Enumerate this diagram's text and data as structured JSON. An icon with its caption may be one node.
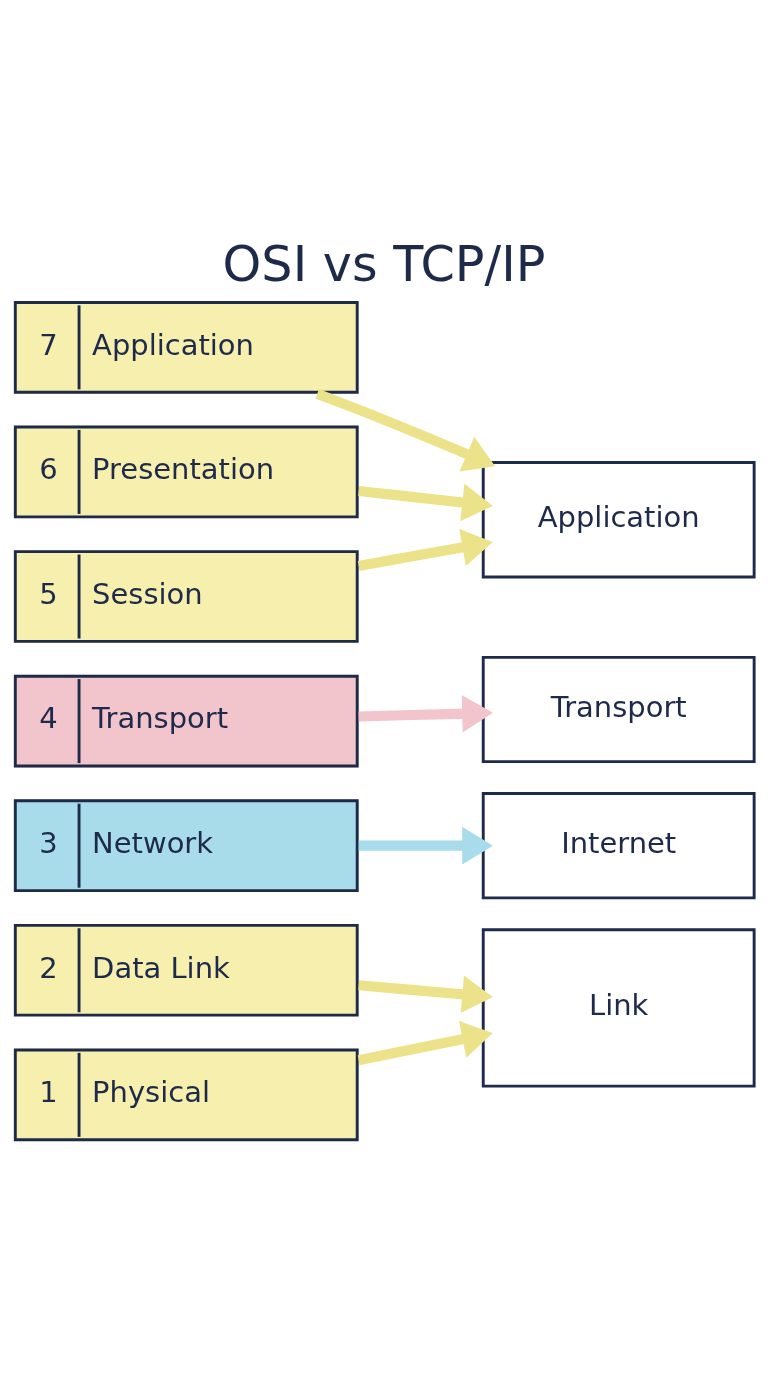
{
  "diagram": {
    "title": "OSI vs TCP/IP",
    "nodes": [
      {
        "text": [
          "7",
          "Application"
        ]
      },
      {
        "text": [
          "6",
          "Presentation"
        ]
      },
      {
        "text": [
          "5",
          "Session"
        ]
      },
      {
        "text": [
          "4",
          "Transport"
        ]
      },
      {
        "text": [
          "3",
          "Network"
        ]
      },
      {
        "text": [
          "2",
          "Data Link"
        ]
      },
      {
        "text": [
          "1",
          "Physical"
        ]
      },
      {
        "text": [
          "Application"
        ]
      },
      {
        "text": [
          "Transport"
        ]
      },
      {
        "text": [
          "Internet"
        ]
      },
      {
        "text": [
          "Link"
        ]
      }
    ],
    "edges": [
      {
        "from": 0,
        "to": 7,
        "arrow": "to"
      },
      {
        "from": 1,
        "to": 7,
        "arrow": "to"
      },
      {
        "from": 2,
        "to": 7,
        "arrow": "to"
      },
      {
        "from": 3,
        "to": 8,
        "arrow": "to",
        "color": "#f2c4cb"
      },
      {
        "from": 4,
        "to": 9,
        "arrow": "to",
        "color": "#a9dcea"
      },
      {
        "from": 5,
        "to": 10,
        "arrow": "to"
      },
      {
        "from": 6,
        "to": 10,
        "arrow": "to"
      }
    ]
  }
}
